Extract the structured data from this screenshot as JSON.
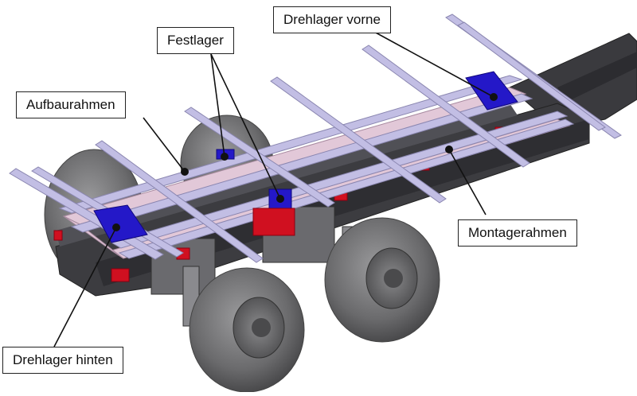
{
  "labels": {
    "drehlager_vorne": "Drehlager vorne",
    "festlager": "Festlager",
    "aufbaurahmen": "Aufbaurahmen",
    "montagerahmen": "Montagerahmen",
    "drehlager_hinten": "Drehlager hinten"
  },
  "colors": {
    "subframe": "#b8b4dc",
    "mounting_frame": "#e2c8d8",
    "chassis": "#3a3a3e",
    "tire": "#6e6e70",
    "bearing_blue": "#2418c8",
    "bracket_red": "#d01020",
    "callout": "#111111"
  }
}
